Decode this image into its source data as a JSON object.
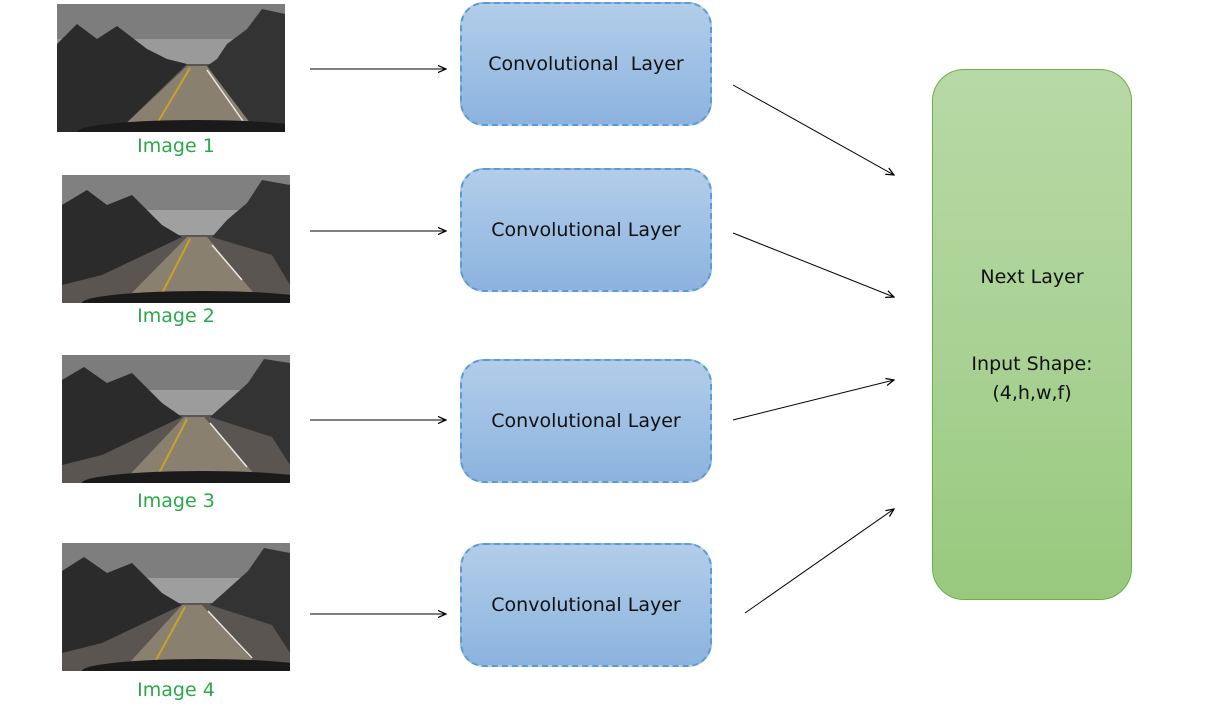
{
  "images": [
    {
      "caption": "Image 1"
    },
    {
      "caption": "Image 2"
    },
    {
      "caption": "Image 3"
    },
    {
      "caption": "Image 4"
    }
  ],
  "conv_layers": [
    {
      "label": "Convolutional  Layer"
    },
    {
      "label": "Convolutional Layer"
    },
    {
      "label": "Convolutional Layer"
    },
    {
      "label": "Convolutional Layer"
    }
  ],
  "next_layer": {
    "title": "Next Layer",
    "shape_label": "Input Shape:",
    "shape_value": "(4,h,w,f)"
  },
  "colors": {
    "caption": "#2aa84a",
    "conv_fill": "#9dbfe3",
    "conv_border": "#5b9bd5",
    "next_fill": "#a8d193",
    "next_border": "#6fae47"
  }
}
